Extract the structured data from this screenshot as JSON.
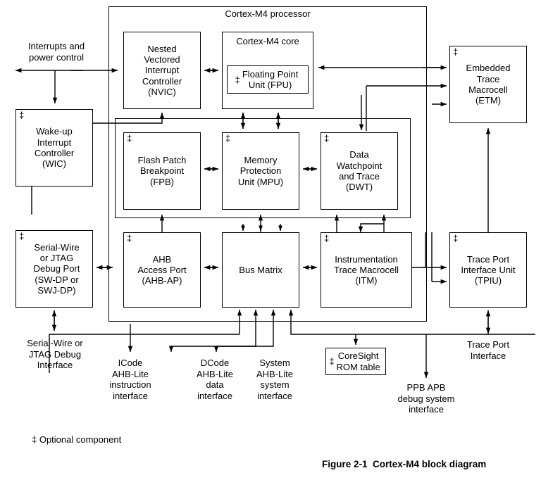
{
  "figure": {
    "caption": "Figure 2-1  Cortex-M4 block diagram",
    "legend": "‡ Optional component",
    "dagger": "‡",
    "stroke_color": "#000000",
    "background_color": "#ffffff"
  },
  "groups": {
    "processor": {
      "title": "Cortex-M4 processor"
    },
    "debug_block": {
      "title": ""
    }
  },
  "blocks": {
    "nvic": {
      "label": "Nested\nVectored\nInterrupt\nController\n(NVIC)",
      "optional": false
    },
    "core": {
      "label": "Cortex-M4 core",
      "optional": false
    },
    "fpu": {
      "label": "Floating Point\nUnit (FPU)",
      "optional": true
    },
    "wic": {
      "label": "Wake-up\nInterrupt\nController\n(WIC)",
      "optional": true
    },
    "fpb": {
      "label": "Flash Patch\nBreakpoint\n(FPB)",
      "optional": true
    },
    "mpu": {
      "label": "Memory\nProtection\nUnit (MPU)",
      "optional": true
    },
    "dwt": {
      "label": "Data\nWatchpoint\nand Trace\n(DWT)",
      "optional": true
    },
    "etm": {
      "label": "Embedded\nTrace\nMacrocell\n(ETM)",
      "optional": true
    },
    "swdp": {
      "label": "Serial-Wire\nor JTAG\nDebug Port\n(SW-DP or\nSWJ-DP)",
      "optional": true
    },
    "ahbap": {
      "label": "AHB\nAccess Port\n(AHB-AP)",
      "optional": true
    },
    "busmatrix": {
      "label": "Bus Matrix",
      "optional": false
    },
    "itm": {
      "label": "Instrumentation\nTrace Macrocell\n(ITM)",
      "optional": true
    },
    "tpiu": {
      "label": "Trace Port\nInterface Unit\n(TPIU)",
      "optional": true
    },
    "romtable": {
      "label": "CoreSight\nROM table",
      "optional": true
    }
  },
  "interfaces": {
    "interrupts": "Interrupts and\npower control",
    "swjtag_iface": "Serial-Wire or\nJTAG Debug\nInterface",
    "icode": "ICode\nAHB-Lite\ninstruction\ninterface",
    "dcode": "DCode\nAHB-Lite\ndata\ninterface",
    "system": "System\nAHB-Lite\nsystem\ninterface",
    "ppb_apb": "PPB APB\ndebug system\ninterface",
    "trace_port": "Trace Port\nInterface"
  }
}
